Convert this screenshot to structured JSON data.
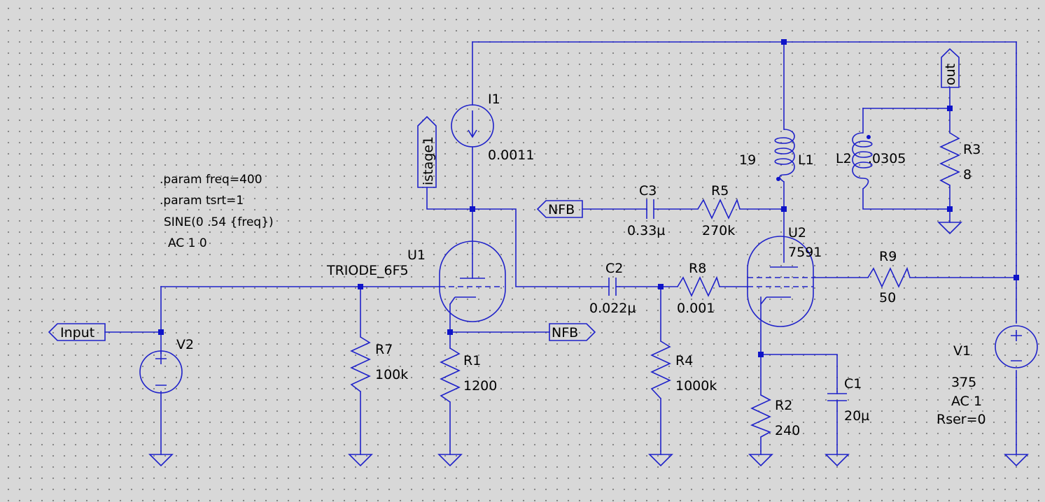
{
  "schematic": {
    "directives": [
      ".param freq=400",
      ".param tsrt=1",
      "SINE(0 .54 {freq})",
      "AC 1 0"
    ],
    "net_labels": {
      "input": "Input",
      "nfb_left": "NFB",
      "nfb_right": "NFB",
      "istage": "istage1",
      "out": "out"
    },
    "components": {
      "I1": {
        "ref": "I1",
        "value": "0.0011"
      },
      "U1": {
        "ref": "U1",
        "model": "TRIODE_6F5"
      },
      "U2": {
        "ref": "U2",
        "model": "7591"
      },
      "V1": {
        "ref": "V1",
        "value": "375",
        "ac": "AC 1",
        "rser": "Rser=0"
      },
      "V2": {
        "ref": "V2"
      },
      "R1": {
        "ref": "R1",
        "value": "1200"
      },
      "R2": {
        "ref": "R2",
        "value": "240"
      },
      "R3": {
        "ref": "R3",
        "value": "8"
      },
      "R4": {
        "ref": "R4",
        "value": "1000k"
      },
      "R5": {
        "ref": "R5",
        "value": "270k"
      },
      "R7": {
        "ref": "R7",
        "value": "100k"
      },
      "R8": {
        "ref": "R8",
        "value": "0.001"
      },
      "R9": {
        "ref": "R9",
        "value": "50"
      },
      "C1": {
        "ref": "C1",
        "value": "20µ"
      },
      "C2": {
        "ref": "C2",
        "value": "0.022µ"
      },
      "C3": {
        "ref": "C3",
        "value": "0.33µ"
      },
      "L1": {
        "ref": "L1",
        "value": "19"
      },
      "L2": {
        "ref": "L2",
        "value": ".0305"
      }
    },
    "colors": {
      "wire": "#1f22c9",
      "background": "#d8d8d8",
      "grid_dot": "#7f7f7f"
    }
  }
}
